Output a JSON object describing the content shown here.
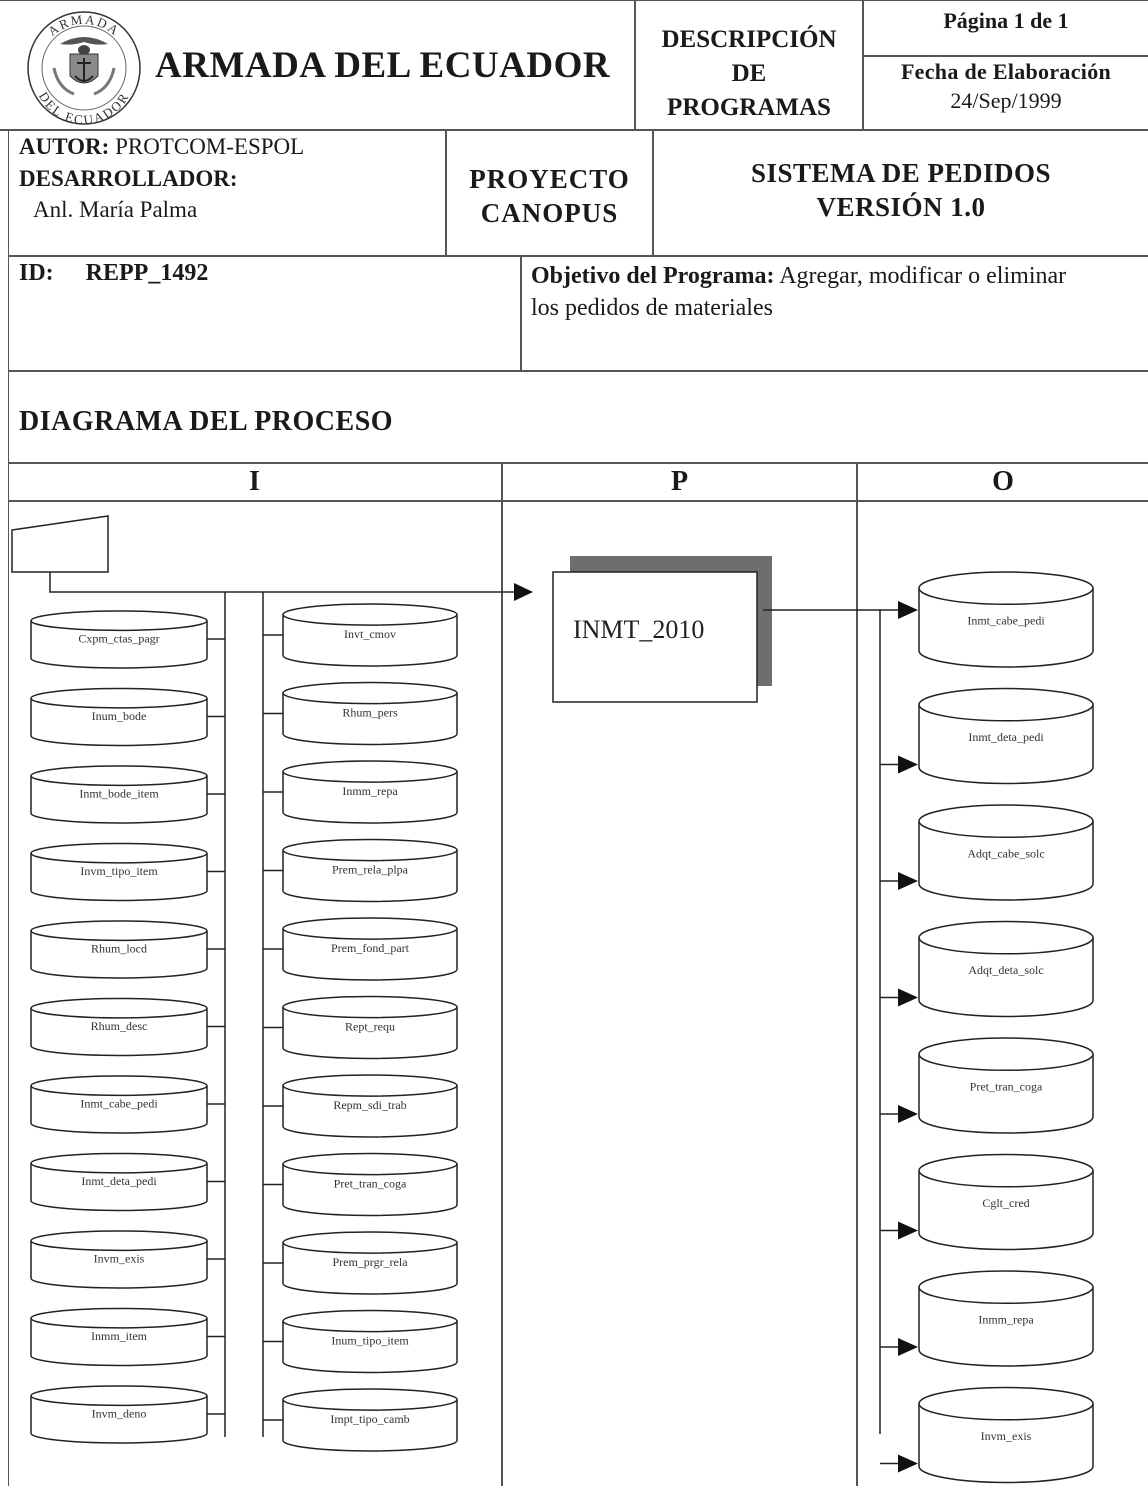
{
  "header": {
    "seal_text_top": "ARMADA",
    "seal_text_bottom": "DEL ECUADOR",
    "org": "ARMADA DEL ECUADOR",
    "doc_type": [
      "DESCRIPCIÓN",
      "DE",
      "PROGRAMAS"
    ],
    "page": "Página 1 de 1",
    "date_label": "Fecha de Elaboración",
    "date_value": "24/Sep/1999"
  },
  "info": {
    "author_label": "AUTOR:",
    "author_value": "PROTCOM-ESPOL",
    "developer_label": "DESARROLLADOR:",
    "developer_value": "Anl. María Palma",
    "project": [
      "PROYECTO",
      "CANOPUS"
    ],
    "system": [
      "SISTEMA DE PEDIDOS",
      "VERSIÓN 1.0"
    ]
  },
  "program": {
    "id_label": "ID:",
    "id_value": "REPP_1492",
    "objective_label": "Objetivo del Programa:",
    "objective_value_1": "Agregar, modificar o eliminar",
    "objective_value_2": "los pedidos de materiales"
  },
  "diagram": {
    "title": "DIAGRAMA DEL PROCESO",
    "col_i": "I",
    "col_p": "P",
    "col_o": "O",
    "process": "INMT_2010",
    "inputs_left": [
      "Cxpm_ctas_pagr",
      "Inum_bode",
      "Inmt_bode_item",
      "Invm_tipo_item",
      "Rhum_locd",
      "Rhum_desc",
      "Inmt_cabe_pedi",
      "Inmt_deta_pedi",
      "Invm_exis",
      "Inmm_item",
      "Invm_deno"
    ],
    "inputs_right": [
      "Invt_cmov",
      "Rhum_pers",
      "Inmm_repa",
      "Prem_rela_plpa",
      "Prem_fond_part",
      "Rept_requ",
      "Repm_sdi_trab",
      "Pret_tran_coga",
      "Prem_prgr_rela",
      "Inum_tipo_item",
      "Impt_tipo_camb"
    ],
    "outputs": [
      "Inmt_cabe_pedi",
      "Inmt_deta_pedi",
      "Adqt_cabe_solc",
      "Adqt_deta_solc",
      "Pret_tran_coga",
      "Cglt_cred",
      "Inmm_repa",
      "Invm_exis"
    ]
  }
}
